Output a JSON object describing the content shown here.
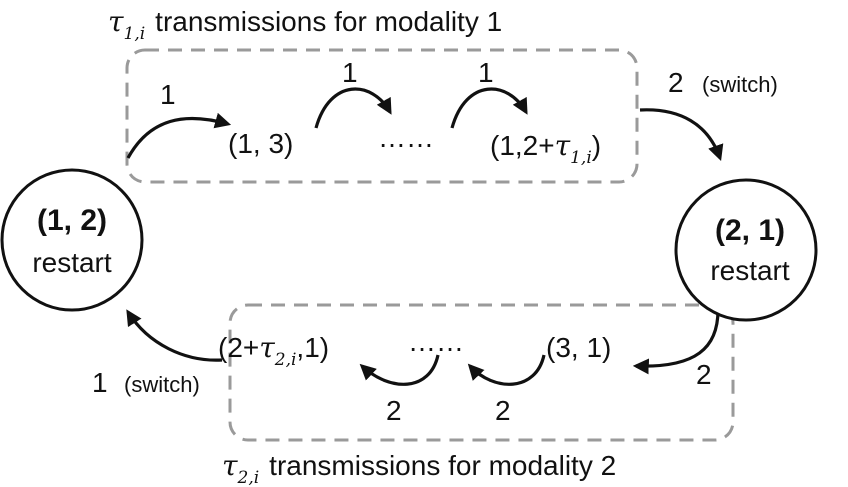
{
  "top_box": {
    "title_symbol": "τ",
    "title_sub": "1,i",
    "title_text": "transmissions for modality 1"
  },
  "bottom_box": {
    "title_symbol": "τ",
    "title_sub": "2,i",
    "title_text": "transmissions for modality 2"
  },
  "state_left": {
    "top": "(1, 2)",
    "bottom": "restart"
  },
  "state_right": {
    "top": "(2, 1)",
    "bottom": "restart"
  },
  "top_states": {
    "first": "(1, 3)",
    "dots": "……",
    "last_prefix": "(1,2+",
    "last_tau": "τ",
    "last_sub": "1,i",
    "last_suffix": ")"
  },
  "bottom_states": {
    "first_prefix": "(2+",
    "first_tau": "τ",
    "first_sub": "2,i",
    "first_suffix": ",1)",
    "dots": "……",
    "last": "(3, 1)"
  },
  "edge_labels": {
    "top_1": "1",
    "top_2": "1",
    "top_3": "1",
    "switch_top_num": "2",
    "switch_top_text": "(switch)",
    "bottom_1": "2",
    "bottom_2": "2",
    "bottom_3": "2",
    "switch_bottom_num": "1",
    "switch_bottom_text": "(switch)"
  }
}
